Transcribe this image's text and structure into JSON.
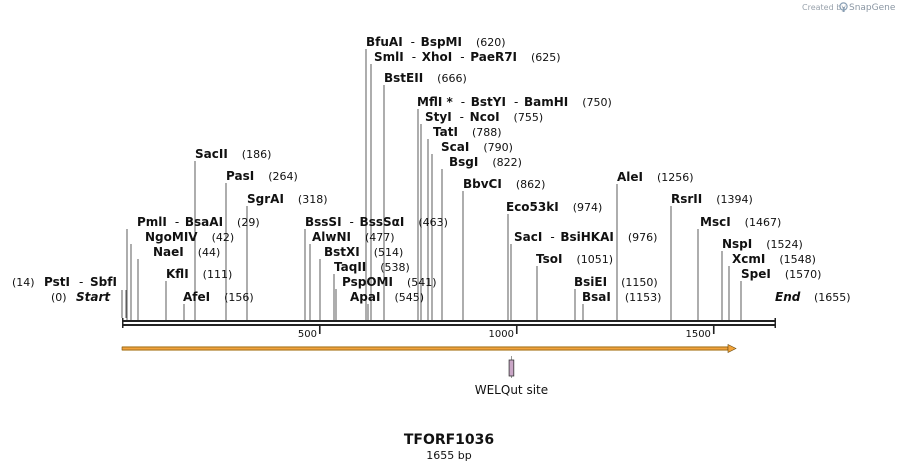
{
  "credit": {
    "prefix": "Created by",
    "brand": "SnapGene",
    "icon": "snapgene-logo-icon"
  },
  "map": {
    "name": "TFORF1036",
    "length_label": "1655 bp",
    "length": 1655,
    "colors": {
      "backbone": "#222222",
      "orf_fill": "#f2a33a",
      "orf_edge": "#6b4b10",
      "feature_fill": "#c9a6c6",
      "line": "#333333"
    },
    "scale_ticks": [
      {
        "value": 500,
        "label": "500"
      },
      {
        "value": 1000,
        "label": "1000"
      },
      {
        "value": 1500,
        "label": "1500"
      }
    ],
    "start_label": {
      "name": "Start",
      "pos": "(0)",
      "value": 0
    },
    "end_label": {
      "name": "End",
      "pos": "(1655)",
      "value": 1655
    },
    "pst_label": {
      "pos": "(14)",
      "names": [
        "PstI",
        "SbfI"
      ]
    },
    "site_groups": [
      {
        "names": [
          "BfuAI",
          "BspMI"
        ],
        "pos": "(620)",
        "value": 620
      },
      {
        "names": [
          "SmlI",
          "XhoI",
          "PaeR7I"
        ],
        "pos": "(625)",
        "value": 625
      },
      {
        "names": [
          "BstEII"
        ],
        "pos": "(666)",
        "value": 666
      },
      {
        "names": [
          "MflI *",
          "BstYI",
          "BamHI"
        ],
        "pos": "(750)",
        "value": 750
      },
      {
        "names": [
          "StyI",
          "NcoI"
        ],
        "pos": "(755)",
        "value": 755
      },
      {
        "names": [
          "TatI"
        ],
        "pos": "(788)",
        "value": 788
      },
      {
        "names": [
          "ScaI"
        ],
        "pos": "(790)",
        "value": 790
      },
      {
        "names": [
          "BsgI"
        ],
        "pos": "(822)",
        "value": 822
      },
      {
        "names": [
          "BbvCI"
        ],
        "pos": "(862)",
        "value": 862
      },
      {
        "names": [
          "SacII"
        ],
        "pos": "(186)",
        "value": 186
      },
      {
        "names": [
          "PasI"
        ],
        "pos": "(264)",
        "value": 264
      },
      {
        "names": [
          "SgrAI"
        ],
        "pos": "(318)",
        "value": 318
      },
      {
        "names": [
          "PmlI",
          "BsaAI"
        ],
        "pos": "(29)",
        "value": 29
      },
      {
        "names": [
          "NgoMIV"
        ],
        "pos": "(42)",
        "value": 42
      },
      {
        "names": [
          "NaeI"
        ],
        "pos": "(44)",
        "value": 44
      },
      {
        "names": [
          "KflI"
        ],
        "pos": "(111)",
        "value": 111
      },
      {
        "names": [
          "AfeI"
        ],
        "pos": "(156)",
        "value": 156
      },
      {
        "names": [
          "BssSI",
          "BssSαI"
        ],
        "pos": "(463)",
        "value": 463
      },
      {
        "names": [
          "AlwNI"
        ],
        "pos": "(477)",
        "value": 477
      },
      {
        "names": [
          "BstXI"
        ],
        "pos": "(514)",
        "value": 514
      },
      {
        "names": [
          "TaqII"
        ],
        "pos": "(538)",
        "value": 538
      },
      {
        "names": [
          "PspOMI"
        ],
        "pos": "(541)",
        "value": 541
      },
      {
        "names": [
          "ApaI"
        ],
        "pos": "(545)",
        "value": 545
      },
      {
        "names": [
          "Eco53kI"
        ],
        "pos": "(974)",
        "value": 974
      },
      {
        "names": [
          "SacI",
          "BsiHKAI"
        ],
        "pos": "(976)",
        "value": 976
      },
      {
        "names": [
          "TsoI"
        ],
        "pos": "(1051)",
        "value": 1051
      },
      {
        "names": [
          "BsiEI"
        ],
        "pos": "(1150)",
        "value": 1150
      },
      {
        "names": [
          "BsaI"
        ],
        "pos": "(1153)",
        "value": 1153
      },
      {
        "names": [
          "AleI"
        ],
        "pos": "(1256)",
        "value": 1256
      },
      {
        "names": [
          "RsrII"
        ],
        "pos": "(1394)",
        "value": 1394
      },
      {
        "names": [
          "MscI"
        ],
        "pos": "(1467)",
        "value": 1467
      },
      {
        "names": [
          "NspI"
        ],
        "pos": "(1524)",
        "value": 1524
      },
      {
        "names": [
          "XcmI"
        ],
        "pos": "(1548)",
        "value": 1548
      },
      {
        "names": [
          "SpeI"
        ],
        "pos": "(1570)",
        "value": 1570
      }
    ],
    "features": [
      {
        "label": "WELQut site",
        "start": 980,
        "end": 992
      }
    ],
    "orf": {
      "start": 0,
      "end": 1580
    }
  }
}
